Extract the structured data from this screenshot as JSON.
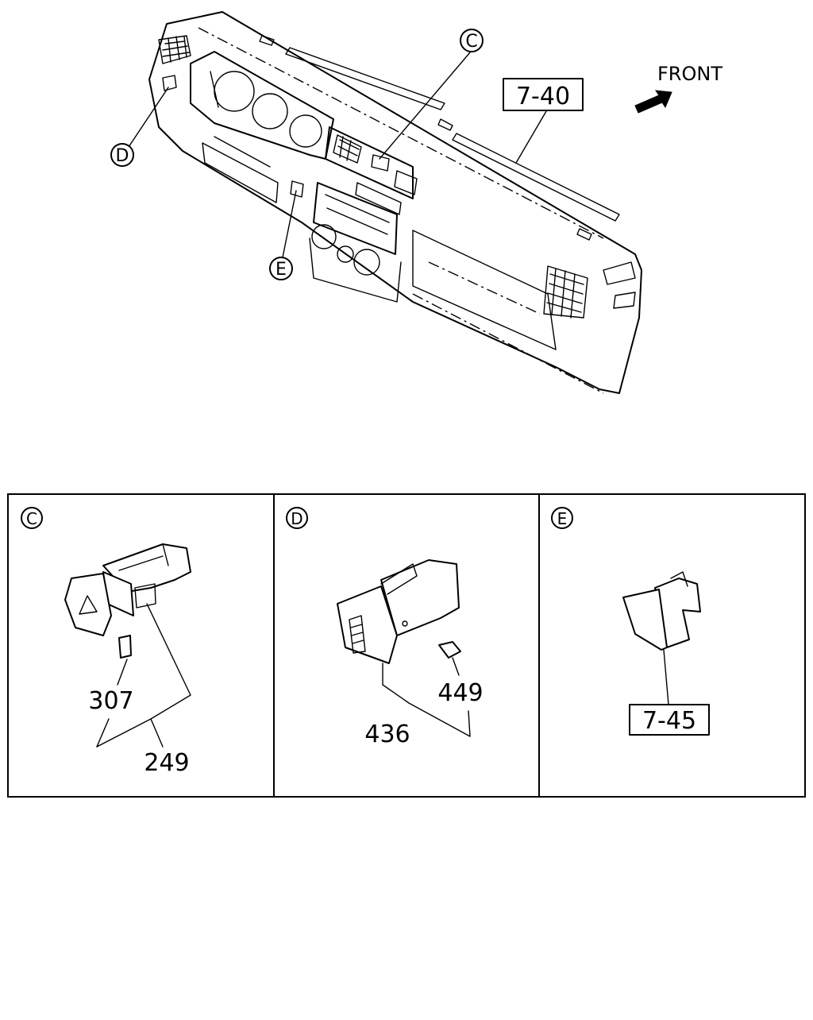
{
  "direction_label": "FRONT",
  "overview": {
    "reference_box": "7-40",
    "callouts": {
      "c": "C",
      "d": "D",
      "e": "E"
    }
  },
  "panels": [
    {
      "letter": "C",
      "parts": [
        "307",
        "249"
      ]
    },
    {
      "letter": "D",
      "parts": [
        "449",
        "436"
      ]
    },
    {
      "letter": "E",
      "reference_box": "7-45"
    }
  ]
}
